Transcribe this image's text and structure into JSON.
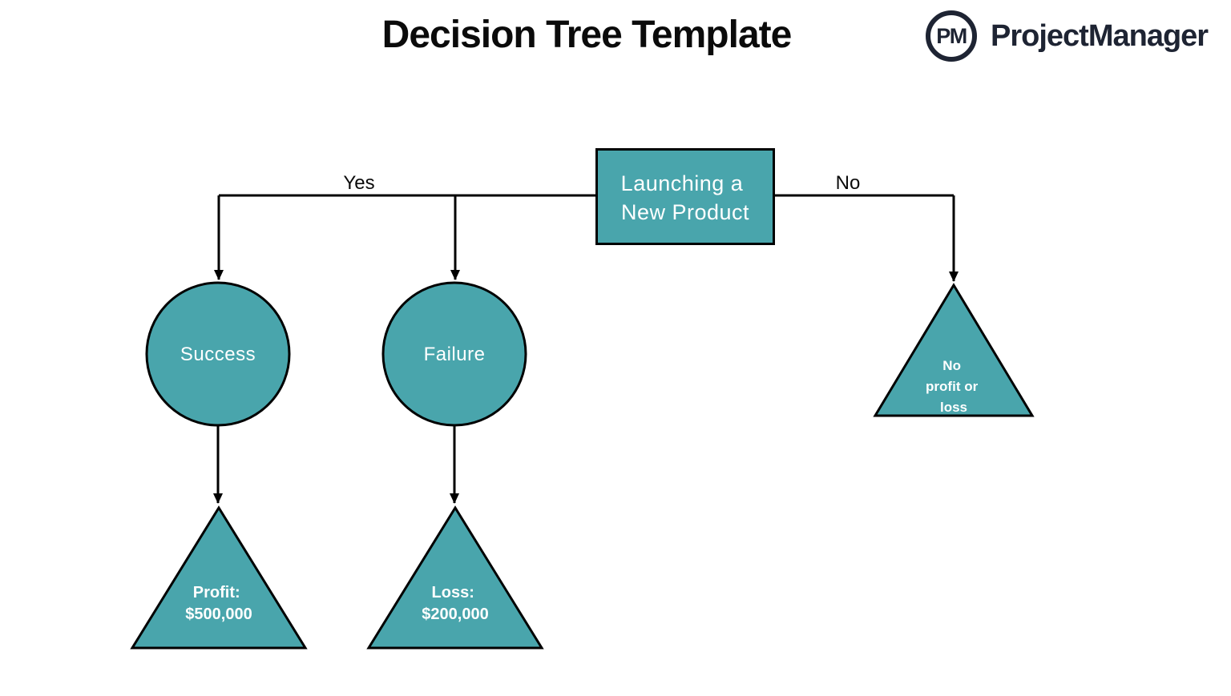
{
  "title": "Decision Tree Template",
  "logo": {
    "badge": "PM",
    "brand": "ProjectManager"
  },
  "colors": {
    "node_fill": "#49A5AC",
    "node_stroke": "#000000",
    "line": "#000000",
    "node_text": "#FFFFFF",
    "label_text": "#0B0B0B",
    "brand_navy": "#1E2433",
    "background": "#FFFFFF"
  },
  "diagram": {
    "decision": {
      "line1": "Launching a",
      "line2": "New Product"
    },
    "branches": {
      "yes": "Yes",
      "no": "No"
    },
    "chance_nodes": [
      {
        "label": "Success"
      },
      {
        "label": "Failure"
      }
    ],
    "outcomes": {
      "profit": {
        "line1": "Profit:",
        "line2": "$500,000"
      },
      "loss": {
        "line1": "Loss:",
        "line2": "$200,000"
      },
      "neutral": {
        "line1": "No",
        "line2": "profit or",
        "line3": "loss"
      }
    }
  }
}
